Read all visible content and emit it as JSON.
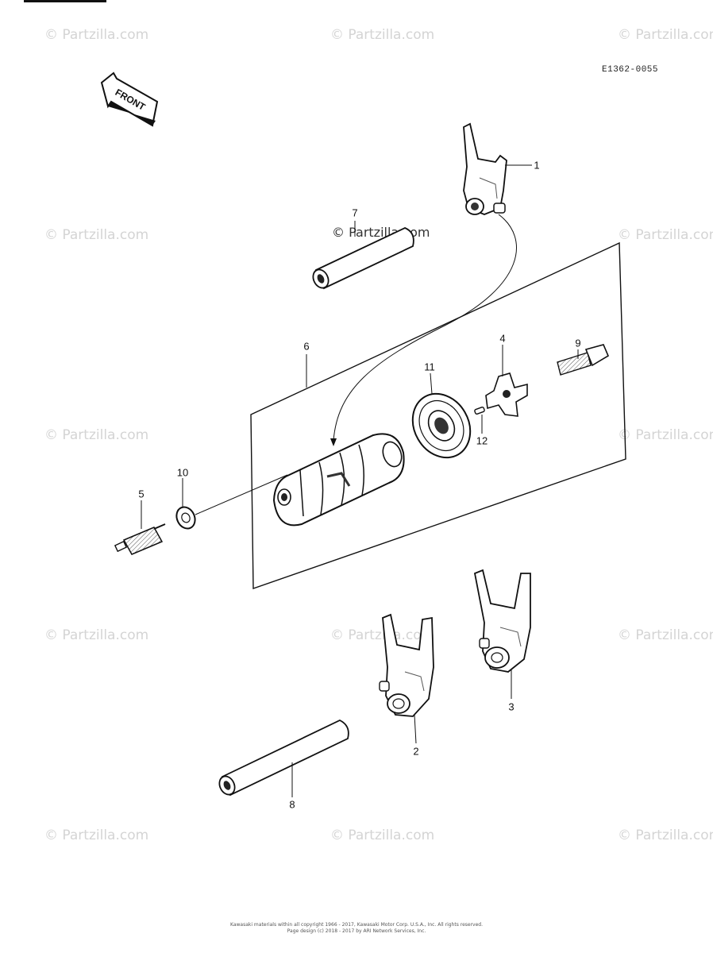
{
  "diagram_code": "E1362-0055",
  "front_label": "FRONT",
  "watermark": "© Partzilla.com",
  "callouts": {
    "c1": "1",
    "c2": "2",
    "c3": "3",
    "c4": "4",
    "c5": "5",
    "c6": "6",
    "c7": "7",
    "c8": "8",
    "c9": "9",
    "c10": "10",
    "c11": "11",
    "c12": "12"
  },
  "footer": {
    "line1": "Kawasaki materials within all copyright 1966 - 2017, Kawasaki Motor Corp. U.S.A., Inc. All rights reserved.",
    "line2": "Page design (c) 2018 - 2017 by ARI Network Services, Inc."
  }
}
